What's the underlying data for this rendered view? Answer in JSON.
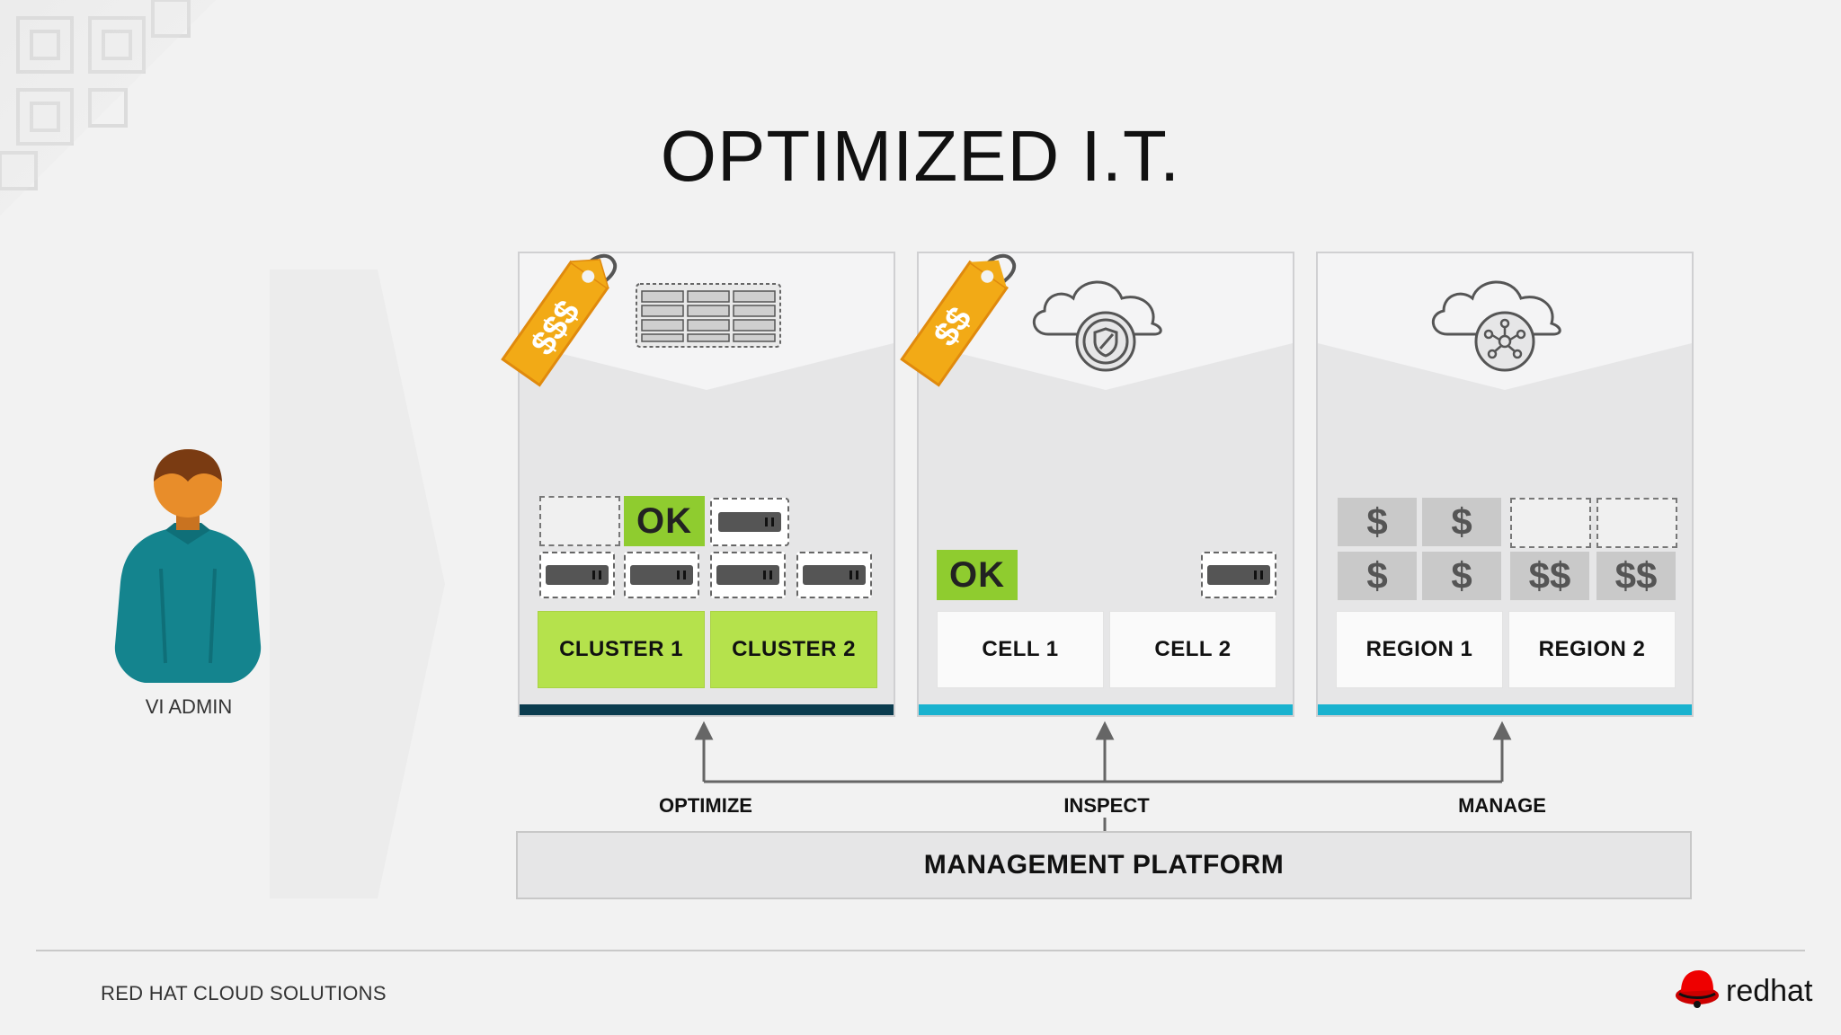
{
  "title": "OPTIMIZED I.T.",
  "panels": {
    "p1": {
      "tag_text": "$$$",
      "ok_label": "OK",
      "boxes": [
        "CLUSTER 1",
        "CLUSTER 2"
      ]
    },
    "p2": {
      "tag_text": "$$",
      "ok_label": "OK",
      "boxes": [
        "CELL 1",
        "CELL 2"
      ]
    },
    "p3": {
      "cash": [
        "$",
        "$",
        "$",
        "$",
        "$$",
        "$$"
      ],
      "boxes": [
        "REGION 1",
        "REGION 2"
      ]
    }
  },
  "flow": {
    "optimize": "OPTIMIZE",
    "inspect": "INSPECT",
    "manage": "MANAGE"
  },
  "platform": "MANAGEMENT PLATFORM",
  "persona": "VI ADMIN",
  "footer": {
    "left_text": "RED HAT CLOUD SOLUTIONS",
    "brand": "redhat"
  },
  "colors": {
    "green": "#b5e24c",
    "ok_green": "#8fcc2f",
    "bar_dark": "#0b3c4f",
    "bar_cyan": "#19b2cf",
    "tag_orange": "#f2aa16",
    "person_teal": "#14848e",
    "person_skin": "#e88d2a",
    "redhat_red": "#e00"
  },
  "icons": [
    "price-tag-icon",
    "server-rack-icon",
    "cloud-shield-icon",
    "cloud-network-icon",
    "person-icon",
    "redhat-logo-icon"
  ]
}
